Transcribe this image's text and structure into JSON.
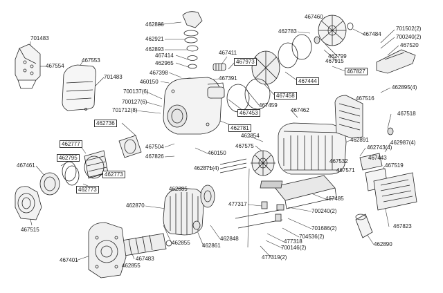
{
  "diagram": {
    "labels": [
      {
        "id": "l_701483a",
        "text": "701483"
      },
      {
        "id": "l_467554",
        "text": "467554"
      },
      {
        "id": "l_467553",
        "text": "467553"
      },
      {
        "id": "l_701483b",
        "text": "701483"
      },
      {
        "id": "l_462886",
        "text": "462886"
      },
      {
        "id": "l_462921",
        "text": "462921"
      },
      {
        "id": "l_462893",
        "text": "462893"
      },
      {
        "id": "l_467414",
        "text": "467414"
      },
      {
        "id": "l_462965",
        "text": "462965"
      },
      {
        "id": "l_467398",
        "text": "467398"
      },
      {
        "id": "l_460150a",
        "text": "460150"
      },
      {
        "id": "l_700137",
        "text": "700137(6)"
      },
      {
        "id": "l_700127",
        "text": "700127(6)"
      },
      {
        "id": "l_701712",
        "text": "701712(8)"
      },
      {
        "id": "l_467411",
        "text": "467411"
      },
      {
        "id": "l_467973",
        "text": "467973"
      },
      {
        "id": "l_467391",
        "text": "467391"
      },
      {
        "id": "l_467460",
        "text": "467460"
      },
      {
        "id": "l_462783",
        "text": "462783"
      },
      {
        "id": "l_467484",
        "text": "467484"
      },
      {
        "id": "l_462799",
        "text": "462799"
      },
      {
        "id": "l_467915",
        "text": "467915"
      },
      {
        "id": "l_701502",
        "text": "701502(2)"
      },
      {
        "id": "l_700240a",
        "text": "700240(2)"
      },
      {
        "id": "l_467520",
        "text": "467520"
      },
      {
        "id": "l_467827",
        "text": "467827"
      },
      {
        "id": "l_467444",
        "text": "467444"
      },
      {
        "id": "l_467458",
        "text": "467458"
      },
      {
        "id": "l_467459",
        "text": "467459"
      },
      {
        "id": "l_467453",
        "text": "467453"
      },
      {
        "id": "l_462781",
        "text": "462781"
      },
      {
        "id": "l_467462",
        "text": "467462"
      },
      {
        "id": "l_467516",
        "text": "467516"
      },
      {
        "id": "l_462895",
        "text": "462895(4)"
      },
      {
        "id": "l_467518",
        "text": "467518"
      },
      {
        "id": "l_462736",
        "text": "462736"
      },
      {
        "id": "l_462777",
        "text": "462777"
      },
      {
        "id": "l_462795",
        "text": "462795"
      },
      {
        "id": "l_467461",
        "text": "467461"
      },
      {
        "id": "l_462773a",
        "text": "462773"
      },
      {
        "id": "l_462773b",
        "text": "462773"
      },
      {
        "id": "l_467504",
        "text": "467504"
      },
      {
        "id": "l_467826",
        "text": "467826"
      },
      {
        "id": "l_460150b",
        "text": "460150"
      },
      {
        "id": "l_462854",
        "text": "462854"
      },
      {
        "id": "l_467575",
        "text": "467575"
      },
      {
        "id": "l_462891",
        "text": "462891"
      },
      {
        "id": "l_462743",
        "text": "462743(4)"
      },
      {
        "id": "l_462987",
        "text": "462987(4)"
      },
      {
        "id": "l_467443",
        "text": "467443"
      },
      {
        "id": "l_467532",
        "text": "467532"
      },
      {
        "id": "l_467571",
        "text": "467571"
      },
      {
        "id": "l_467519",
        "text": "467519"
      },
      {
        "id": "l_462871",
        "text": "462871(4)"
      },
      {
        "id": "l_467515",
        "text": "467515"
      },
      {
        "id": "l_462885",
        "text": "462885"
      },
      {
        "id": "l_467485",
        "text": "467485"
      },
      {
        "id": "l_477317",
        "text": "477317"
      },
      {
        "id": "l_700240b",
        "text": "700240(2)"
      },
      {
        "id": "l_462870",
        "text": "462870"
      },
      {
        "id": "l_701686",
        "text": "701686(2)"
      },
      {
        "id": "l_704536",
        "text": "704536(2)"
      },
      {
        "id": "l_477318",
        "text": "477318"
      },
      {
        "id": "l_700146",
        "text": "700146(2)"
      },
      {
        "id": "l_462855a",
        "text": "462855"
      },
      {
        "id": "l_462861",
        "text": "462861"
      },
      {
        "id": "l_462848",
        "text": "462848"
      },
      {
        "id": "l_467823",
        "text": "467823"
      },
      {
        "id": "l_462890",
        "text": "462890"
      },
      {
        "id": "l_467483",
        "text": "467483"
      },
      {
        "id": "l_467401",
        "text": "467401"
      },
      {
        "id": "l_462855b",
        "text": "462855"
      },
      {
        "id": "l_477319",
        "text": "477319(2)"
      }
    ]
  }
}
